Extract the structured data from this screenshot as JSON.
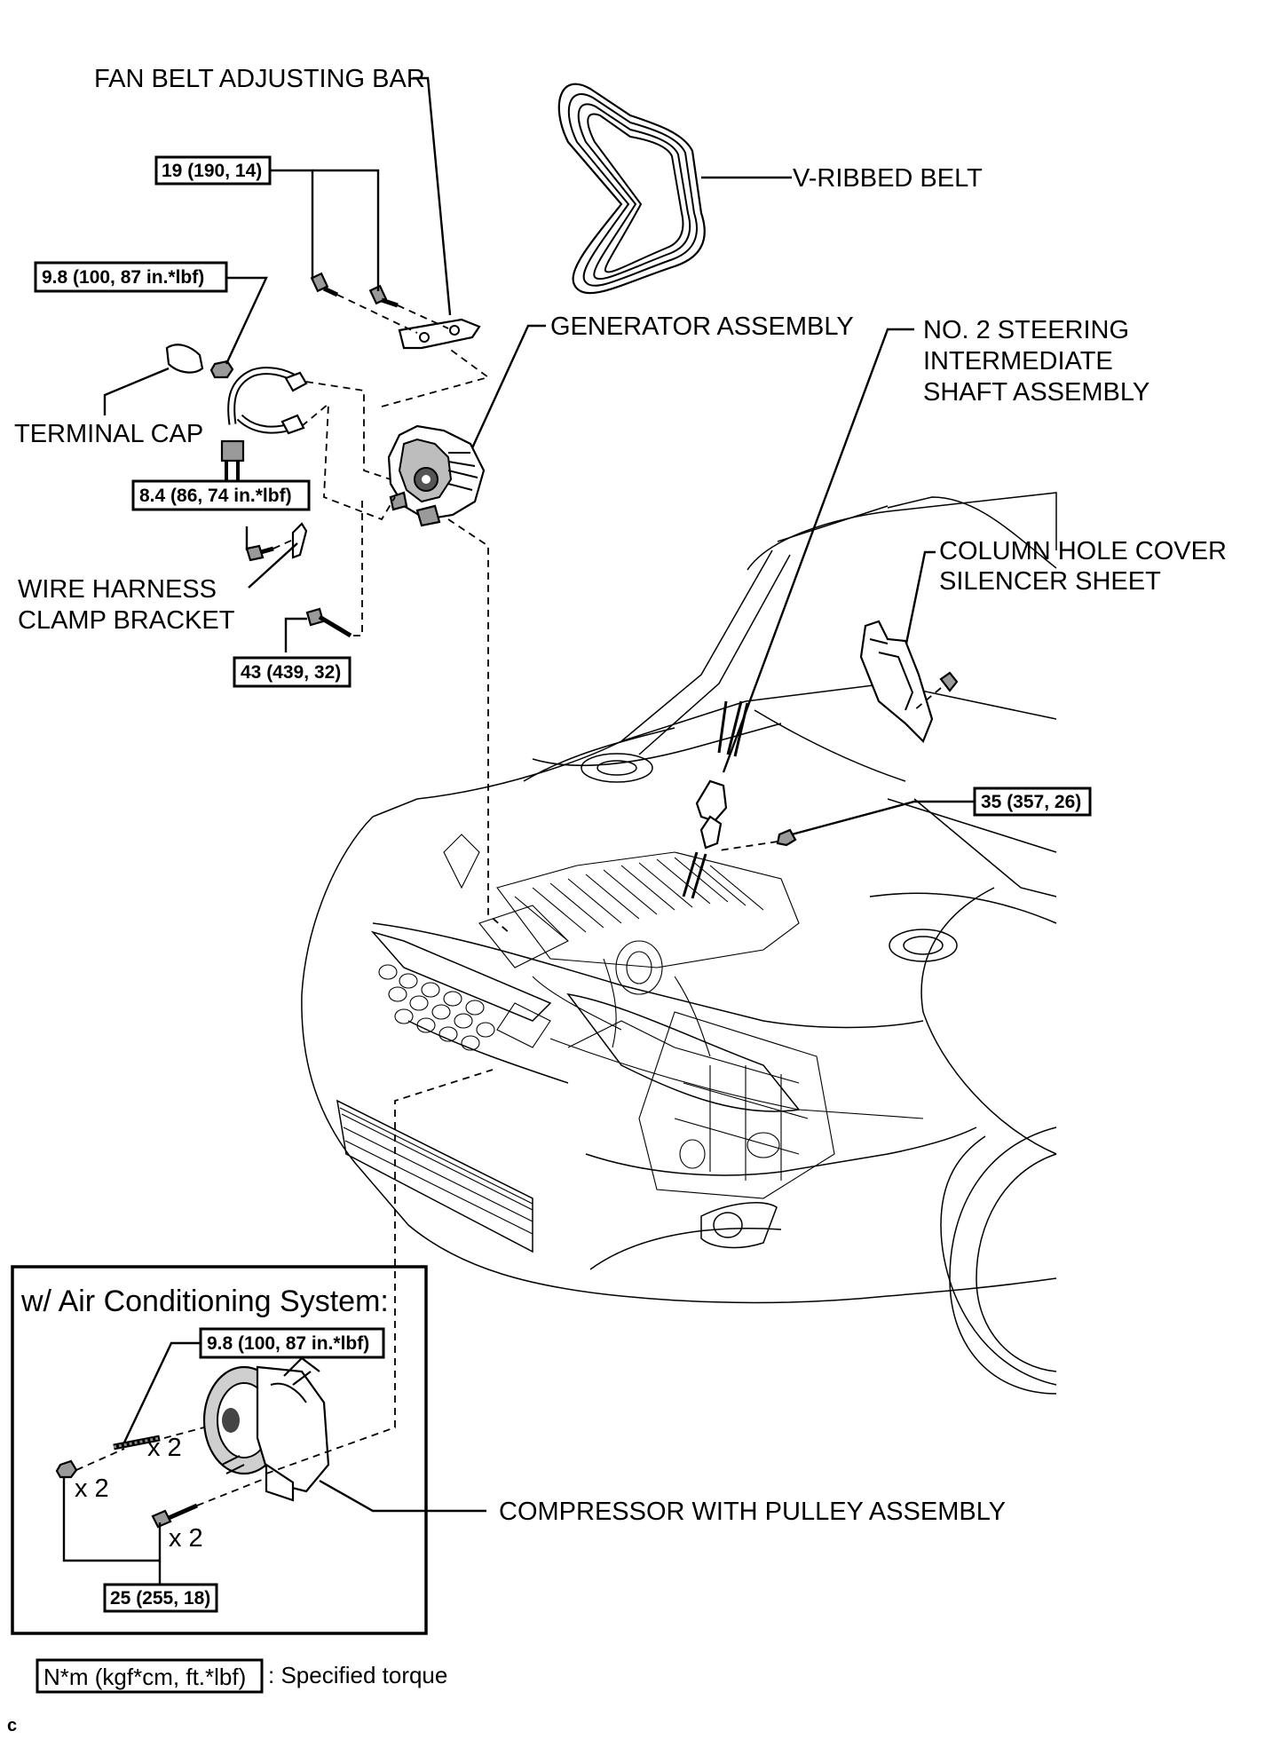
{
  "labels": {
    "fan_belt_adjusting_bar": "FAN BELT ADJUSTING BAR",
    "v_ribbed_belt": "V-RIBBED BELT",
    "generator_assembly": "GENERATOR ASSEMBLY",
    "steering_shaft_line1": "NO. 2 STEERING",
    "steering_shaft_line2": "INTERMEDIATE",
    "steering_shaft_line3": "SHAFT ASSEMBLY",
    "terminal_cap": "TERMINAL CAP",
    "wire_harness_line1": "WIRE HARNESS",
    "wire_harness_line2": "CLAMP BRACKET",
    "column_hole_line1": "COLUMN HOLE COVER",
    "column_hole_line2": "SILENCER SHEET",
    "compressor": "COMPRESSOR WITH PULLEY ASSEMBLY"
  },
  "torques": {
    "adjusting_bar_bolts": "19 (190, 14)",
    "terminal_nut": "9.8 (100, 87 in.*lbf)",
    "clamp_bracket_bolt": "8.4 (86, 74 in.*lbf)",
    "generator_bolt": "43 (439, 32)",
    "steering_bolt": "35 (357, 26)",
    "compressor_stud": "9.8 (100, 87 in.*lbf)",
    "compressor_bolts": "25 (255, 18)"
  },
  "ac_inset": {
    "title": "w/ Air Conditioning System:",
    "qty_stud": "x 2",
    "qty_nut": "x 2",
    "qty_bolt": "x 2"
  },
  "legend": {
    "unit_box": "N*m (kgf*cm, ft.*lbf)",
    "description": ": Specified torque"
  },
  "corner_code": "c"
}
